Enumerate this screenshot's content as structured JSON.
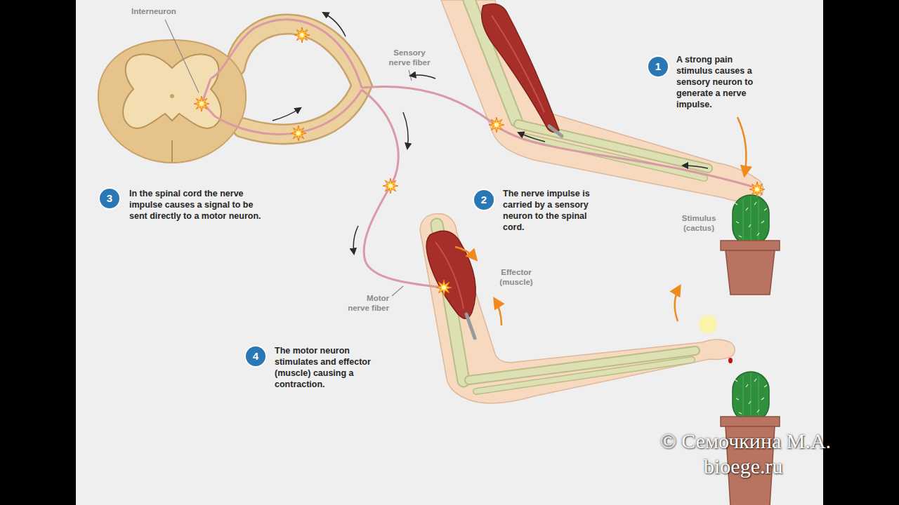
{
  "diagram": {
    "nodes": [
      {
        "text": [
          "1"
        ]
      },
      {
        "text": [
          "2"
        ]
      },
      {
        "text": [
          "3"
        ]
      },
      {
        "text": [
          "4"
        ]
      }
    ],
    "labels": [
      "Interneuron",
      "Sensory nerve fiber",
      "A strong pain stimulus causes a sensory neuron to generate a nerve impulse.",
      "The nerve impulse is carried by a sensory neuron to the spinal cord.",
      "Stimulus (cactus)",
      "In the spinal cord the nerve impulse causes a signal to be sent directly to a motor neuron.",
      "Effector (muscle)",
      "Motor nerve fiber",
      "The motor neuron stimulates and effector (muscle) causing a contraction.",
      "© Семочкина М.А.",
      "bioege.ru"
    ]
  }
}
